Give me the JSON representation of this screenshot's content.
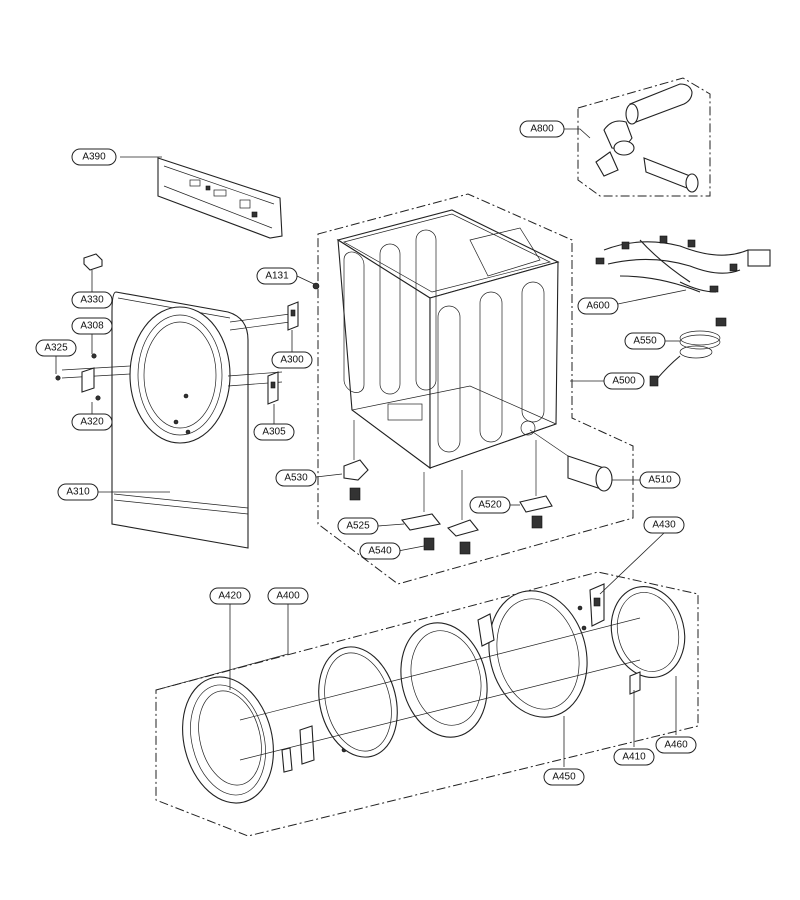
{
  "callouts": [
    {
      "id": "A390",
      "label": "A390"
    },
    {
      "id": "A800",
      "label": "A800"
    },
    {
      "id": "A131",
      "label": "A131"
    },
    {
      "id": "A330",
      "label": "A330"
    },
    {
      "id": "A308",
      "label": "A308"
    },
    {
      "id": "A325",
      "label": "A325"
    },
    {
      "id": "A300",
      "label": "A300"
    },
    {
      "id": "A320",
      "label": "A320"
    },
    {
      "id": "A305",
      "label": "A305"
    },
    {
      "id": "A310",
      "label": "A310"
    },
    {
      "id": "A600",
      "label": "A600"
    },
    {
      "id": "A550",
      "label": "A550"
    },
    {
      "id": "A500",
      "label": "A500"
    },
    {
      "id": "A530",
      "label": "A530"
    },
    {
      "id": "A510",
      "label": "A510"
    },
    {
      "id": "A520",
      "label": "A520"
    },
    {
      "id": "A525",
      "label": "A525"
    },
    {
      "id": "A540",
      "label": "A540"
    },
    {
      "id": "A430",
      "label": "A430"
    },
    {
      "id": "A420",
      "label": "A420"
    },
    {
      "id": "A400",
      "label": "A400"
    },
    {
      "id": "A410",
      "label": "A410"
    },
    {
      "id": "A460",
      "label": "A460"
    },
    {
      "id": "A450",
      "label": "A450"
    }
  ]
}
